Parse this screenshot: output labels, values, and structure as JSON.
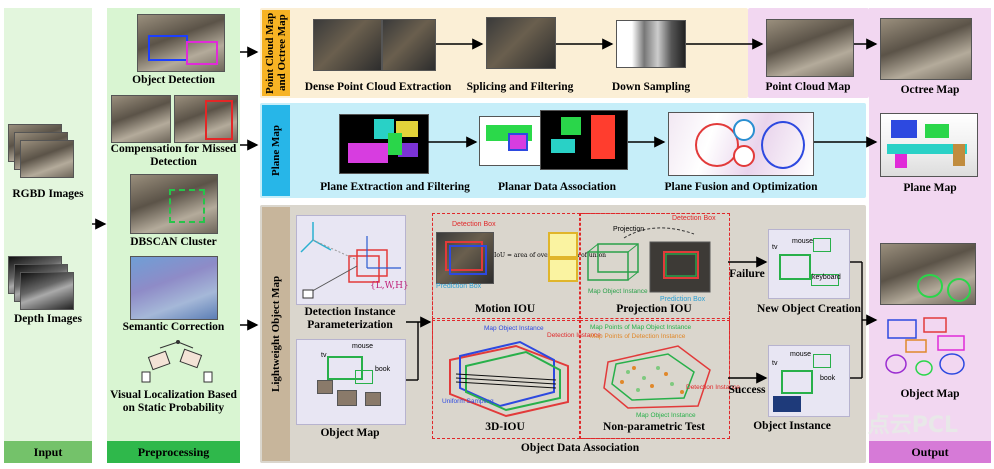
{
  "columns": {
    "input": "Input",
    "preprocessing": "Preprocessing",
    "output": "Output"
  },
  "input": {
    "rgbd": "RGBD Images",
    "depth": "Depth Images"
  },
  "preprocessing": {
    "object_detection": "Object Detection",
    "compensation": "Compensation for Missed Detection",
    "dbscan": "DBSCAN Cluster",
    "semantic": "Semantic Correction",
    "visual_loc": "Visual Localization Based on Static Probability"
  },
  "bands": {
    "point_cloud": "Point Cloud Map and Octree Map",
    "plane": "Plane Map",
    "object": "Lightweight Object Map"
  },
  "point_cloud_steps": [
    "Dense Point Cloud Extraction",
    "Splicing and Filtering",
    "Down Sampling",
    "Point Cloud Map"
  ],
  "plane_steps": [
    "Plane Extraction and Filtering",
    "Planar Data Association",
    "Plane Fusion and Optimization"
  ],
  "object_map": {
    "detection_param": "Detection Instance Parameterization",
    "object_map": "Object Map",
    "motion_iou": "Motion IOU",
    "projection_iou": "Projection IOU",
    "iou_3d": "3D-IOU",
    "nonparam": "Non-parametric Test",
    "association": "Object Data Association",
    "failure": "Failure",
    "success": "Success",
    "new_object": "New Object Creation",
    "object_instance": "Object Instance",
    "small": {
      "detection_box": "Detection Box",
      "prediction_box": "Prediction Box",
      "projection": "Projection",
      "map_object_instance": "Map Object Instance",
      "detection_instance": "Detection Instance",
      "uniform_sampling": "Uniform Sampling",
      "map_points_map": "Map Points of Map Object Instance",
      "map_points_det": "Map Points of Detection Instance",
      "iou_formula": "IoU = area of overlap / area of union",
      "param": "{L,W,H}",
      "tv": "tv",
      "mouse": "mouse",
      "book": "book",
      "keyboard": "keyboard"
    }
  },
  "outputs": {
    "octree": "Octree Map",
    "plane": "Plane Map",
    "object": "Object Map"
  },
  "watermark": "点云PCL"
}
